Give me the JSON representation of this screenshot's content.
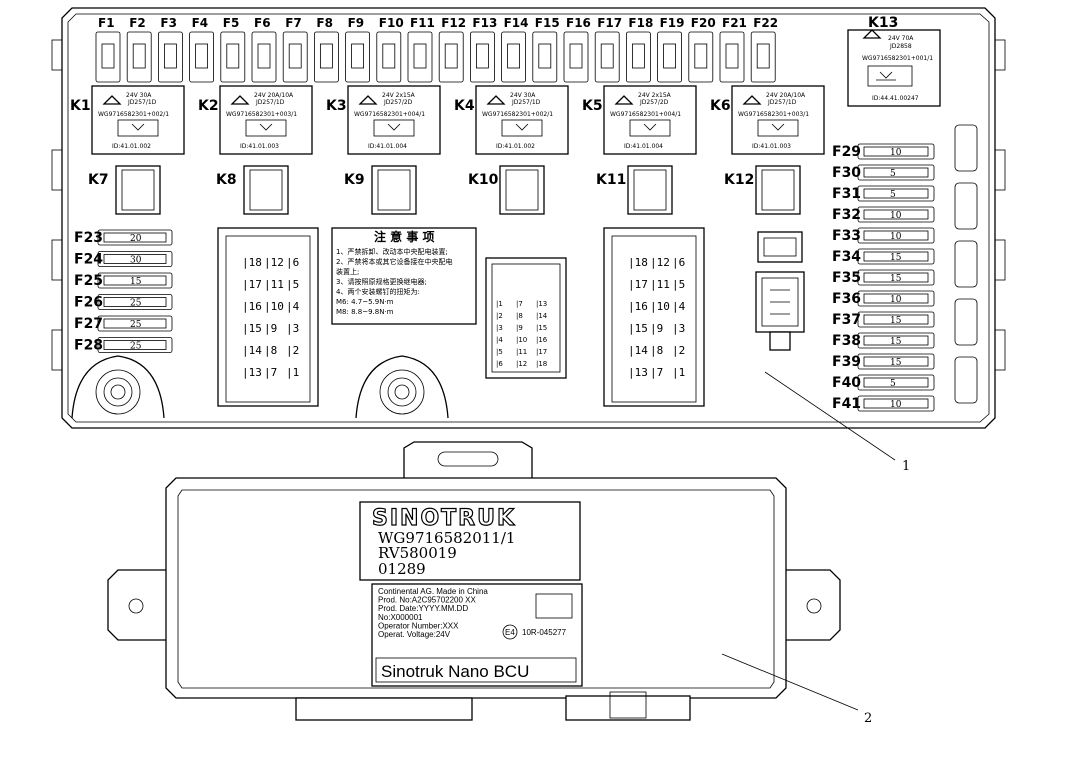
{
  "fuse_box": {
    "top_fuses": [
      "F1",
      "F2",
      "F3",
      "F4",
      "F5",
      "F6",
      "F7",
      "F8",
      "F9",
      "F10",
      "F11",
      "F12",
      "F13",
      "F14",
      "F15",
      "F16",
      "F17",
      "F18",
      "F19",
      "F20",
      "F21",
      "F22"
    ],
    "relays": [
      {
        "id": "K1",
        "rating": "24V 30A",
        "part": "JD257/1D",
        "model": "WG9716582301+002/1",
        "code": "ID:41.01.002"
      },
      {
        "id": "K2",
        "rating": "24V 20A/10A",
        "part": "JD257/1D",
        "model": "WG9716582301+003/1",
        "code": "ID:41.01.003"
      },
      {
        "id": "K3",
        "rating": "24V 2x15A",
        "part": "JD257/2D",
        "model": "WG9716582301+004/1",
        "code": "ID:41.01.004"
      },
      {
        "id": "K4",
        "rating": "24V 30A",
        "part": "JD257/1D",
        "model": "WG9716582301+002/1",
        "code": "ID:41.01.002"
      },
      {
        "id": "K5",
        "rating": "24V 2x15A",
        "part": "JD257/2D",
        "model": "WG9716582301+004/1",
        "code": "ID:41.01.004"
      },
      {
        "id": "K6",
        "rating": "24V 20A/10A",
        "part": "JD257/1D",
        "model": "WG9716582301+003/1",
        "code": "ID:41.01.003"
      }
    ],
    "k13": {
      "id": "K13",
      "rating": "24V 70A",
      "part": "JD2858",
      "model": "WG9716582301+001/1",
      "code": "ID:44.41.00247"
    },
    "small_relays": [
      "K7",
      "K8",
      "K9",
      "K10",
      "K11",
      "K12"
    ],
    "left_fuses": [
      {
        "id": "F23",
        "value": "20"
      },
      {
        "id": "F24",
        "value": "30"
      },
      {
        "id": "F25",
        "value": "15"
      },
      {
        "id": "F26",
        "value": "25"
      },
      {
        "id": "F27",
        "value": "25"
      },
      {
        "id": "F28",
        "value": "25"
      }
    ],
    "right_fuses": [
      {
        "id": "F29",
        "value": "10"
      },
      {
        "id": "F30",
        "value": "5"
      },
      {
        "id": "F31",
        "value": "5"
      },
      {
        "id": "F32",
        "value": "10"
      },
      {
        "id": "F33",
        "value": "10"
      },
      {
        "id": "F34",
        "value": "15"
      },
      {
        "id": "F35",
        "value": "15"
      },
      {
        "id": "F36",
        "value": "10"
      },
      {
        "id": "F37",
        "value": "15"
      },
      {
        "id": "F38",
        "value": "15"
      },
      {
        "id": "F39",
        "value": "15"
      },
      {
        "id": "F40",
        "value": "5"
      },
      {
        "id": "F41",
        "value": "10"
      }
    ],
    "notice": {
      "title": "注 意 事 项",
      "lines": [
        "1、严禁拆卸、改动本中央配电装置;",
        "2、严禁将本或其它设备接在中央配电",
        "   装置上;",
        "3、请按照原规格更换继电器;",
        "4、两个安装螺钉的扭矩为:",
        "   M6: 4.7~5.9N·m",
        "   M8: 8.8~9.8N·m"
      ]
    },
    "connector_pins_left": [
      [
        "18",
        "12",
        "6"
      ],
      [
        "17",
        "11",
        "5"
      ],
      [
        "16",
        "10",
        "4"
      ],
      [
        "15",
        "9",
        "3"
      ],
      [
        "14",
        "8",
        "2"
      ],
      [
        "13",
        "7",
        "1"
      ]
    ],
    "connector_pins_mid": [
      [
        "1",
        "7",
        "13"
      ],
      [
        "2",
        "8",
        "14"
      ],
      [
        "3",
        "9",
        "15"
      ],
      [
        "4",
        "10",
        "16"
      ],
      [
        "5",
        "11",
        "17"
      ],
      [
        "6",
        "12",
        "18"
      ]
    ],
    "connector_pins_right": [
      [
        "18",
        "12",
        "6"
      ],
      [
        "17",
        "11",
        "5"
      ],
      [
        "16",
        "10",
        "4"
      ],
      [
        "15",
        "9",
        "3"
      ],
      [
        "14",
        "8",
        "2"
      ],
      [
        "13",
        "7",
        "1"
      ]
    ]
  },
  "bcu": {
    "brand": "SINOTRUK",
    "part_number": "WG9716582011/1",
    "serial": "RV580019",
    "code": "01289",
    "label_lines": [
      "Continental AG. Made in China",
      "Prod. No:A2C95702200  XX",
      "Prod. Date:YYYY.MM.DD",
      "No:X000001",
      "Operator  Number:XXX",
      "Operat.  Voltage:24V"
    ],
    "emark": "E4",
    "cert": "10R-045277",
    "product_name": "Sinotruk Nano BCU"
  },
  "callouts": [
    "1",
    "2"
  ]
}
